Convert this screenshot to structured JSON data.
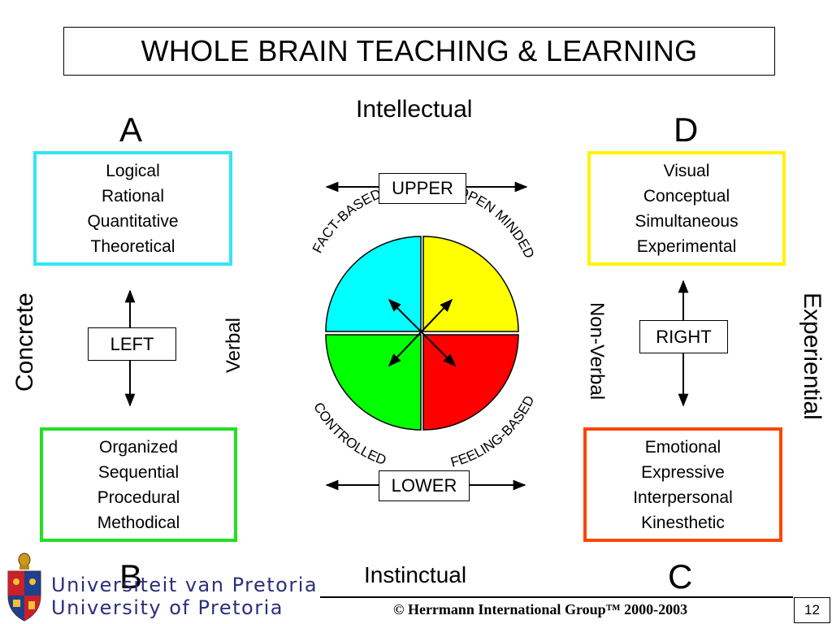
{
  "title": "WHOLE BRAIN TEACHING & LEARNING",
  "letters": {
    "a": "A",
    "b": "B",
    "c": "C",
    "d": "D"
  },
  "axes": {
    "top": "Intellectual",
    "bottom": "Instinctual",
    "left": "Concrete",
    "right": "Experiential",
    "verbal": "Verbal",
    "non_verbal": "Non-Verbal"
  },
  "direction_labels": {
    "upper": "UPPER",
    "lower": "LOWER",
    "left": "LEFT",
    "right": "RIGHT"
  },
  "quadrants": {
    "a": {
      "color": "#33e5f0",
      "items": [
        "Logical",
        "Rational",
        "Quantitative",
        "Theoretical"
      ]
    },
    "b": {
      "color": "#22e022",
      "items": [
        "Organized",
        "Sequential",
        "Procedural",
        "Methodical"
      ]
    },
    "c": {
      "color": "#ff4500",
      "items": [
        "Emotional",
        "Expressive",
        "Interpersonal",
        "Kinesthetic"
      ]
    },
    "d": {
      "color": "#fff200",
      "items": [
        "Visual",
        "Conceptual",
        "Simultaneous",
        "Experimental"
      ]
    }
  },
  "circle": {
    "colors": {
      "a": "#00ffff",
      "d": "#ffff00",
      "b": "#00ff00",
      "c": "#ff0000"
    },
    "labels": {
      "fact_based": "FACT-BASED",
      "open_minded": "OPEN MINDED",
      "controlled": "CONTROLLED",
      "feeling_based": "FEELING-BASED"
    }
  },
  "footer": {
    "university_af": "Universiteit van Pretoria",
    "university_en": "University of Pretoria",
    "copyright": "© Herrmann International Group™ 2000-2003",
    "page_number": "12"
  }
}
